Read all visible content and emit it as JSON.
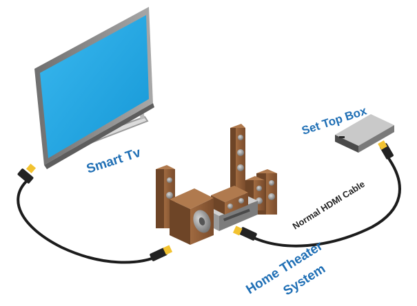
{
  "labels": {
    "smart_tv": "Smart Tv",
    "set_top_box": "Set Top Box",
    "cable": "Normal HDMI Cable",
    "home_theater_line1": "Home Theater",
    "home_theater_line2": "System"
  },
  "colors": {
    "label_blue": "#1f6fb5",
    "screen_blue": "#1aa3e0",
    "frame_gray": "#8e8e8e",
    "speaker_wood": "#8a5a36",
    "cable_black": "#1c1c1c",
    "connector_gold": "#f2c230"
  }
}
